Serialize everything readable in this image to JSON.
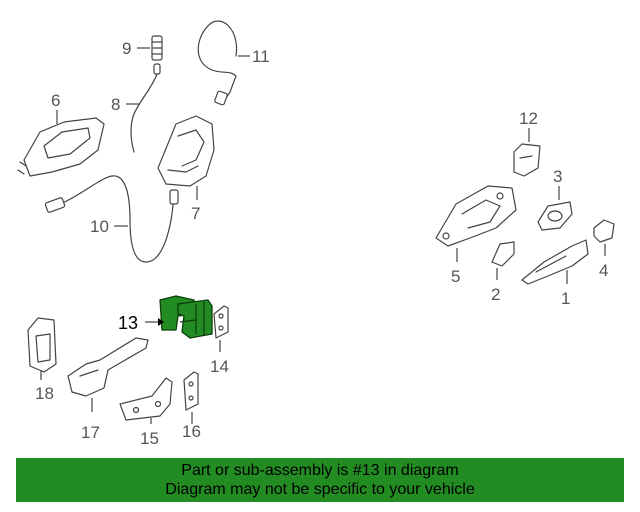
{
  "callouts": {
    "c1": "1",
    "c2": "2",
    "c3": "3",
    "c4": "4",
    "c5": "5",
    "c6": "6",
    "c7": "7",
    "c8": "8",
    "c9": "9",
    "c10": "10",
    "c11": "11",
    "c12": "12",
    "c13": "13",
    "c14": "14",
    "c15": "15",
    "c16": "16",
    "c17": "17",
    "c18": "18"
  },
  "banner": {
    "line1": "Part or sub-assembly is #13 in diagram",
    "line2": "Diagram may not be specific to your vehicle"
  },
  "colors": {
    "highlight": "#228b22",
    "line": "#444444",
    "background": "#ffffff"
  }
}
